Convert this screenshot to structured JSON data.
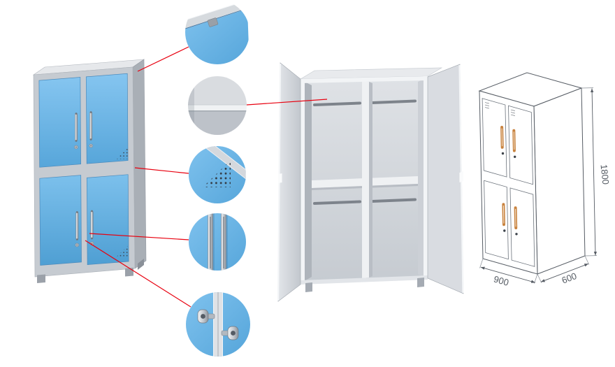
{
  "dims": {
    "height": "1800",
    "width": "900",
    "depth": "600"
  },
  "colors": {
    "door_blue": "#6db5e6",
    "frame_gray": "#c6cbd1",
    "interior_gray": "#d3d7dc",
    "connector_red": "#e8000f",
    "handle_metal": "#c9ced4",
    "wireframe_stroke": "#565c64",
    "wireframe_handle_orange": "#c8823e"
  },
  "callouts": [
    {
      "icon": "top-corner-latch-detail-icon"
    },
    {
      "icon": "interior-shelf-detail-icon"
    },
    {
      "icon": "ventilation-holes-detail-icon"
    },
    {
      "icon": "hinge-rail-detail-icon"
    },
    {
      "icon": "door-latch-lock-detail-icon"
    }
  ]
}
